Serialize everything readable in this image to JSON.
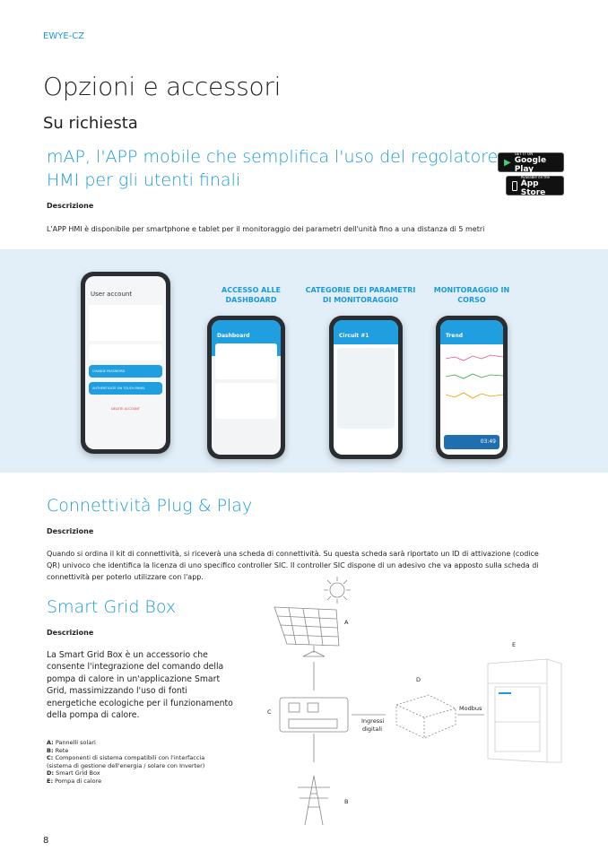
{
  "header": {
    "model": "EWYE-CZ"
  },
  "page": {
    "title": "Opzioni e accessori",
    "subtitle": "Su richiesta",
    "page_number": "8"
  },
  "app_section": {
    "heading_line1": "mAP, l'APP mobile che semplifica l'uso del regolatore",
    "heading_line2": "HMI per gli utenti finali",
    "desc_label": "Descrizione",
    "body": "L'APP HMI è disponibile per smartphone e tablet per il monitoraggio dei parametri dell'unità fino a una distanza di 5 metri",
    "badges": {
      "google": {
        "small": "GET IT ON",
        "big": "Google Play"
      },
      "apple": {
        "small": "Available on the",
        "big": "App Store"
      }
    },
    "screens": [
      {
        "label": "",
        "screen_title": "User account",
        "buttons": [
          "CHANGE PASSWORD",
          "AUTHENTICATE ON TOUCH PANEL"
        ],
        "footer": "DELETE ACCOUNT"
      },
      {
        "label": "ACCESSO ALLE DASHBOARD",
        "screen_title": "Dashboard"
      },
      {
        "label": "CATEGORIE DEI PARAMETRI DI MONITORAGGIO",
        "screen_title": "Circuit #1"
      },
      {
        "label": "MONITORAGGIO IN CORSO",
        "screen_title": "Trend",
        "time": "03:49"
      }
    ]
  },
  "plug_section": {
    "heading": "Connettività Plug & Play",
    "desc_label": "Descrizione",
    "body": "Quando si ordina il kit di connettività, si riceverà una scheda di connettività. Su questa scheda sarà riportato un ID di attivazione (codice QR) univoco che identifica la licenza di uno specifico controller SIC. Il controller SIC dispone di un adesivo che va apposto sulla scheda di connettività per poterlo utilizzare con l'app."
  },
  "grid_section": {
    "heading": "Smart Grid Box",
    "desc_label": "Descrizione",
    "body": "La Smart Grid Box è un accessorio che consente l'integrazione del comando della pompa di calore in un'applicazione Smart Grid, massimizzando l'uso di fonti energetiche ecologiche per il funzionamento della pompa di calore.",
    "legend": [
      {
        "key": "A:",
        "text": " Pannelli solari"
      },
      {
        "key": "B:",
        "text": " Rete"
      },
      {
        "key": "C:",
        "text": " Componenti di sistema compatibili con l'interfaccia (sistema di gestione dell'energia / solare con Inverter)"
      },
      {
        "key": "D:",
        "text": " Smart Grid Box"
      },
      {
        "key": "E:",
        "text": " Pompa di calore"
      }
    ],
    "diagram": {
      "A": "A",
      "B": "B",
      "C": "C",
      "D": "D",
      "E": "E",
      "link_cd_1": "Ingressi",
      "link_cd_2": "digitali",
      "link_de": "Modbus"
    }
  }
}
